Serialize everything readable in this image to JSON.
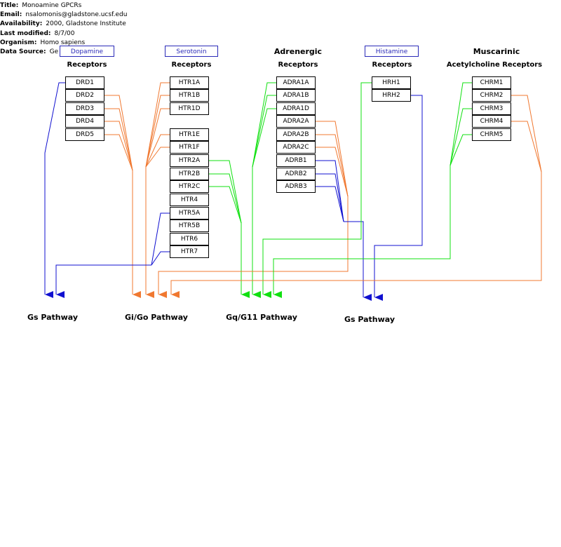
{
  "meta": {
    "title_label": "Title:",
    "title": "Monoamine GPCRs",
    "email_label": "Email:",
    "email": "nsalomonis@gladstone.ucsf.edu",
    "availability_label": "Availability:",
    "availability": "2000, Gladstone Institute",
    "modified_label": "Last modified:",
    "modified": "8/7/00",
    "organism_label": "Organism:",
    "organism": "Homo sapiens",
    "source_label": "Data Source:",
    "source": "Ge"
  },
  "families": {
    "dopamine": {
      "label": "Dopamine",
      "sub": "Receptors",
      "genes": [
        "DRD1",
        "DRD2",
        "DRD3",
        "DRD4",
        "DRD5"
      ]
    },
    "serotonin": {
      "label": "Serotonin",
      "sub": "Receptors",
      "genes_a": [
        "HTR1A",
        "HTR1B",
        "HTR1D"
      ],
      "genes_b": [
        "HTR1E",
        "HTR1F",
        "HTR2A",
        "HTR2B",
        "HTR2C",
        "HTR4",
        "HTR5A",
        "HTR5B",
        "HTR6",
        "HTR7"
      ]
    },
    "adrenergic": {
      "label": "Adrenergic",
      "sub": "Receptors",
      "genes": [
        "ADRA1A",
        "ADRA1B",
        "ADRA1D",
        "ADRA2A",
        "ADRA2B",
        "ADRA2C",
        "ADRB1",
        "ADRB2",
        "ADRB3"
      ]
    },
    "histamine": {
      "label": "Histamine",
      "sub": "Receptors",
      "genes": [
        "HRH1",
        "HRH2"
      ]
    },
    "muscarinic": {
      "label": "Muscarinic",
      "sub": "Acetylcholine Receptors",
      "genes": [
        "CHRM1",
        "CHRM2",
        "CHRM3",
        "CHRM4",
        "CHRM5"
      ]
    }
  },
  "pathways": {
    "gs_left": "Gs Pathway",
    "gigo": "Gi/Go Pathway",
    "gq": "Gq/G11 Pathway",
    "gs_right": "Gs Pathway"
  },
  "colors": {
    "gs": "#1010d0",
    "gi": "#f07830",
    "gq": "#10e010",
    "box_border": "#2a2ab8"
  }
}
